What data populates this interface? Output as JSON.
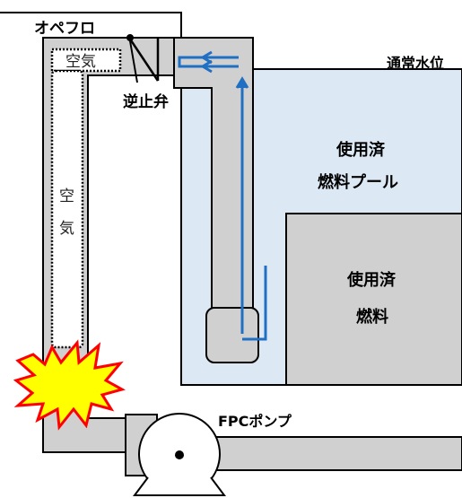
{
  "labels": {
    "opeflo": "オペフロ",
    "normal_water_level": "通常水位",
    "check_valve": "逆止弁",
    "spent_fuel_pool_line1": "使用済",
    "spent_fuel_pool_line2": "燃料プール",
    "spent_fuel_line1": "使用済",
    "spent_fuel_line2": "燃料",
    "fpc_pump": "FPCポンプ",
    "air_horizontal": "空気",
    "air_vertical_1": "空",
    "air_vertical_2": "気"
  },
  "colors": {
    "pool_water": "#dce9f5",
    "pipe_fill": "#d0d0d0",
    "fuel_fill": "#d0d0d0",
    "arrow_blue": "#1f6fc2",
    "explosion_fill": "#ffff00",
    "explosion_stroke": "#ff0000",
    "outline": "#000000"
  }
}
